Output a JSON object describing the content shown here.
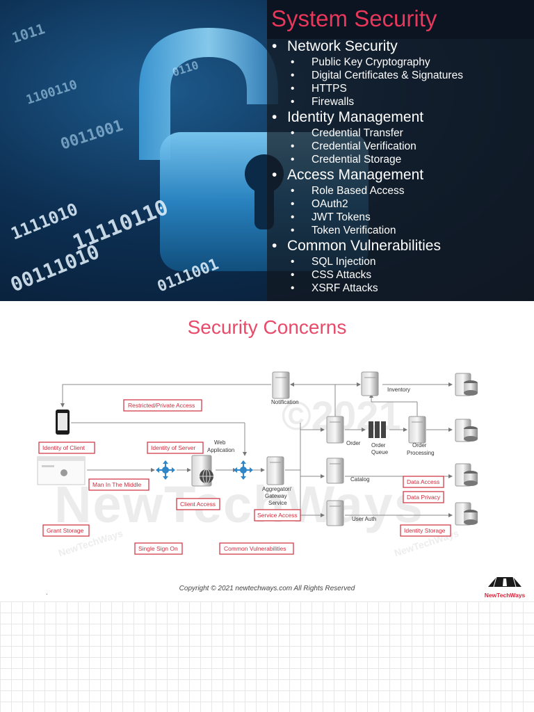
{
  "slide1": {
    "title": "System Security",
    "topics": [
      {
        "title": "Network Security",
        "items": [
          "Public Key Cryptography",
          "Digital Certificates & Signatures",
          "HTTPS",
          "Firewalls"
        ]
      },
      {
        "title": "Identity Management",
        "items": [
          "Credential Transfer",
          "Credential Verification",
          "Credential Storage"
        ]
      },
      {
        "title": "Access Management",
        "items": [
          "Role Based Access",
          "OAuth2",
          "JWT Tokens",
          "Token Verification"
        ]
      },
      {
        "title": "Common Vulnerabilities",
        "items": [
          "SQL Injection",
          "CSS Attacks",
          "XSRF Attacks"
        ]
      }
    ],
    "binary_rows": [
      "1011",
      "0110",
      "0011001",
      "1100110",
      "11110110",
      "1111010",
      "00111010",
      "0111001"
    ]
  },
  "slide2": {
    "title": "Security Concerns",
    "watermark": "NewTechWays",
    "watermark_year": "©2021",
    "node_labels": {
      "notification": "Notification",
      "inventory": "Inventory",
      "order": "Order",
      "order_queue": "Order Queue",
      "order_queue_l1": "Order",
      "order_queue_l2": "Queue",
      "order_processing_l1": "Order",
      "order_processing_l2": "Processing",
      "web_app_l1": "Web",
      "web_app_l2": "Application",
      "gateway_l1": "Aggregator/",
      "gateway_l2": "Gateway",
      "gateway_l3": "Service",
      "catalog": "Catalog",
      "user_auth": "User Auth"
    },
    "concerns": {
      "restricted_access": "Restricted/Private Access",
      "identity_of_client": "Identity of Client",
      "identity_of_server": "Identity of Server",
      "man_in_the_middle": "Man In The Middle",
      "client_access": "Client Access",
      "service_access": "Service Access",
      "data_access": "Data Access",
      "data_privacy": "Data Privacy",
      "grant_storage": "Grant Storage",
      "identity_storage": "Identity Storage",
      "single_sign_on": "Single Sign On",
      "common_vulnerabilities": "Common Vulnerabilities"
    },
    "copyright": "Copyright © 2021 newtechways.com All Rights Reserved",
    "brand": "NewTechWays",
    "footer_dot": "."
  },
  "colors": {
    "title_red": "#e8375a",
    "concern_red": "#cf2b3c",
    "flow_blue": "#2e86c9",
    "slide_navy": "#0d2f52"
  }
}
